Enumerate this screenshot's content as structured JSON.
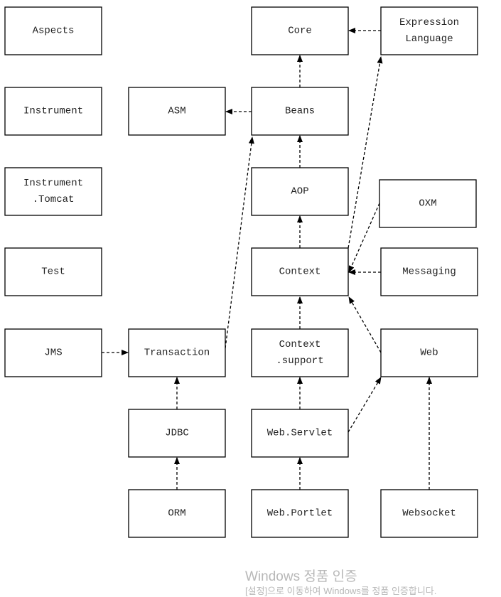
{
  "nodes": [
    {
      "id": "aspects",
      "lines": [
        "Aspects"
      ]
    },
    {
      "id": "instrument",
      "lines": [
        "Instrument"
      ]
    },
    {
      "id": "instrument-tomcat",
      "lines": [
        "Instrument",
        ".Tomcat"
      ]
    },
    {
      "id": "test",
      "lines": [
        "Test"
      ]
    },
    {
      "id": "jms",
      "lines": [
        "JMS"
      ]
    },
    {
      "id": "asm",
      "lines": [
        "ASM"
      ]
    },
    {
      "id": "transaction",
      "lines": [
        "Transaction"
      ]
    },
    {
      "id": "jdbc",
      "lines": [
        "JDBC"
      ]
    },
    {
      "id": "orm",
      "lines": [
        "ORM"
      ]
    },
    {
      "id": "core",
      "lines": [
        "Core"
      ]
    },
    {
      "id": "beans",
      "lines": [
        "Beans"
      ]
    },
    {
      "id": "aop",
      "lines": [
        "AOP"
      ]
    },
    {
      "id": "context",
      "lines": [
        "Context"
      ]
    },
    {
      "id": "context-support",
      "lines": [
        "Context",
        ".support"
      ]
    },
    {
      "id": "web-servlet",
      "lines": [
        "Web.Servlet"
      ]
    },
    {
      "id": "web-portlet",
      "lines": [
        "Web.Portlet"
      ]
    },
    {
      "id": "expression-language",
      "lines": [
        "Expression",
        "Language"
      ]
    },
    {
      "id": "oxm",
      "lines": [
        "OXM"
      ]
    },
    {
      "id": "messaging",
      "lines": [
        "Messaging"
      ]
    },
    {
      "id": "web",
      "lines": [
        "Web"
      ]
    },
    {
      "id": "websocket",
      "lines": [
        "Websocket"
      ]
    }
  ],
  "edges": [
    {
      "from": "jms",
      "to": "transaction"
    },
    {
      "from": "transaction",
      "to": "beans"
    },
    {
      "from": "jdbc",
      "to": "transaction"
    },
    {
      "from": "orm",
      "to": "jdbc"
    },
    {
      "from": "beans",
      "to": "core"
    },
    {
      "from": "beans",
      "to": "asm"
    },
    {
      "from": "aop",
      "to": "beans"
    },
    {
      "from": "context",
      "to": "aop"
    },
    {
      "from": "context",
      "to": "expression-language"
    },
    {
      "from": "context-support",
      "to": "context"
    },
    {
      "from": "web-servlet",
      "to": "context-support"
    },
    {
      "from": "web-servlet",
      "to": "web"
    },
    {
      "from": "web-portlet",
      "to": "web-servlet"
    },
    {
      "from": "expression-language",
      "to": "core"
    },
    {
      "from": "oxm",
      "to": "context"
    },
    {
      "from": "messaging",
      "to": "context"
    },
    {
      "from": "web",
      "to": "context"
    },
    {
      "from": "websocket",
      "to": "web"
    }
  ],
  "watermark": {
    "title": "Windows 정품 인증",
    "subtitle": "[설정]으로 이동하여 Windows를 정품 인증합니다."
  }
}
